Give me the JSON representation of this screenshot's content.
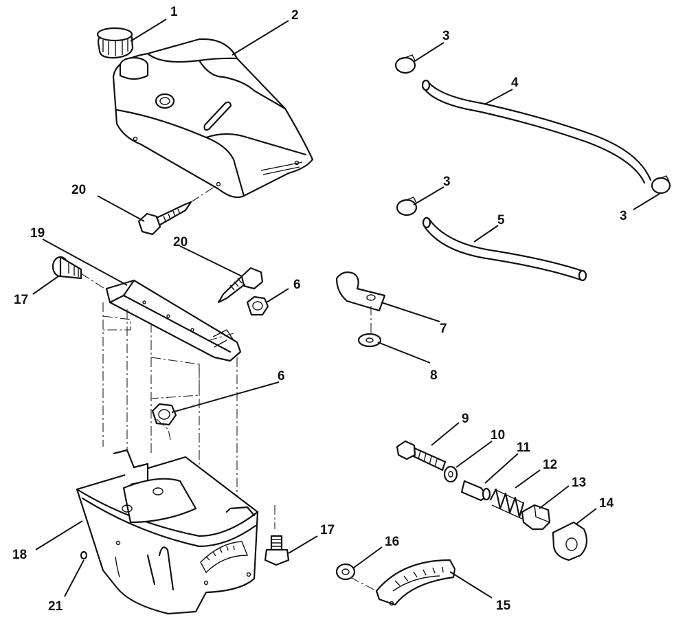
{
  "callouts": [
    "1",
    "2",
    "3",
    "4",
    "3",
    "5",
    "3",
    "20",
    "19",
    "20",
    "17",
    "6",
    "7",
    "8",
    "6",
    "9",
    "10",
    "11",
    "12",
    "13",
    "14",
    "17",
    "16",
    "15",
    "18",
    "21"
  ],
  "colors": {
    "ink": "#111111",
    "background": "#ffffff"
  }
}
